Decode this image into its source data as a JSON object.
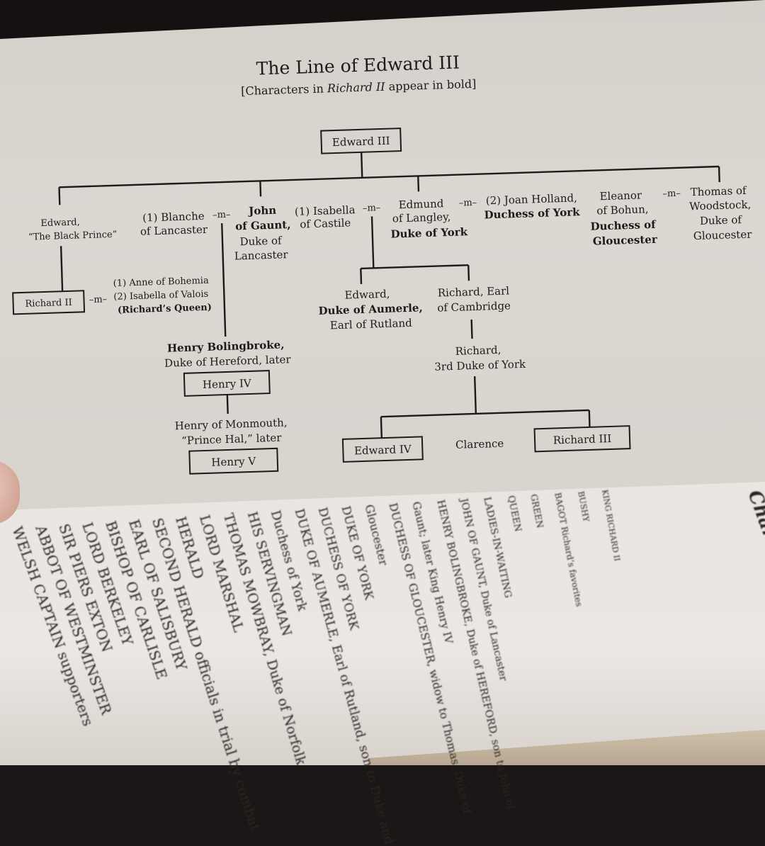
{
  "diagram": {
    "title": "The Line of Edward III",
    "subtitle_pre": "[Characters in ",
    "subtitle_italic": "Richard II",
    "subtitle_post": " appear in bold]",
    "marriage": "–m–",
    "edward3": "Edward III",
    "black_prince": [
      "Edward,",
      "“The Black Prince”"
    ],
    "richard2": "Richard II",
    "r2_wives": [
      "(1) Anne of Bohemia",
      "(2) Isabella of Valois",
      "(Richard’s Queen)"
    ],
    "blanche": [
      "(1) Blanche",
      "of Lancaster"
    ],
    "gaunt_bold": [
      "John",
      "of Gaunt,"
    ],
    "gaunt_reg": [
      "Duke of",
      "Lancaster"
    ],
    "isabella": [
      "(1) Isabella",
      "of Castile"
    ],
    "edmund_reg": [
      "Edmund",
      "of Langley,"
    ],
    "edmund_bold": "Duke of York",
    "joan_reg": "(2) Joan Holland,",
    "joan_bold": "Duchess of York",
    "eleanor_reg": [
      "Eleanor",
      "of Bohun,"
    ],
    "eleanor_bold": [
      "Duchess of",
      "Gloucester"
    ],
    "thomas": [
      "Thomas of",
      "Woodstock,",
      "Duke of",
      "Gloucester"
    ],
    "bolingbroke_bold": "Henry Bolingbroke,",
    "bolingbroke_reg": "Duke of Hereford, later",
    "henry4": "Henry IV",
    "monmouth": [
      "Henry of Monmouth,",
      "“Prince Hal,” later"
    ],
    "henry5": "Henry V",
    "aumerle_reg1": "Edward,",
    "aumerle_bold": "Duke of Aumerle,",
    "aumerle_reg2": "Earl of Rutland",
    "cambridge": [
      "Richard, Earl",
      "of Cambridge"
    ],
    "york3": [
      "Richard,",
      "3rd Duke of York"
    ],
    "edward4": "Edward IV",
    "clarence": "Clarence",
    "richard3": "Richard III"
  },
  "facing_page": {
    "heading": "Characters in the",
    "lines": [
      "KING RICHARD II",
      "BUSHY",
      "BAGOT   Richard’s favorites",
      "GREEN",
      "QUEEN",
      "LADIES-IN-WAITING",
      "JOHN OF GAUNT, Duke of Lancaster",
      "HENRY BOLINGBROKE, Duke of HEREFORD, son to John of",
      "Gaunt; later King Henry IV",
      "DUCHESS OF GLOUCESTER, widow to Thomas, Duke of",
      "Gloucester",
      "DUKE OF YORK",
      "DUCHESS OF YORK",
      "DUKE OF AUMERLE, Earl of Rutland, son to Duke and",
      "Duchess of York",
      "HIS SERVINGMAN",
      "THOMAS MOWBRAY, Duke of Norfolk",
      "LORD MARSHAL",
      "HERALD",
      "SECOND HERALD   officials in trial by combat",
      "EARL OF SALISBURY",
      "BISHOP OF CARLISLE",
      "LORD BERKELEY",
      "SIR PIERS EXTON",
      "ABBOT OF WESTMINSTER",
      "WELSH CAPTAIN   supporters"
    ]
  }
}
